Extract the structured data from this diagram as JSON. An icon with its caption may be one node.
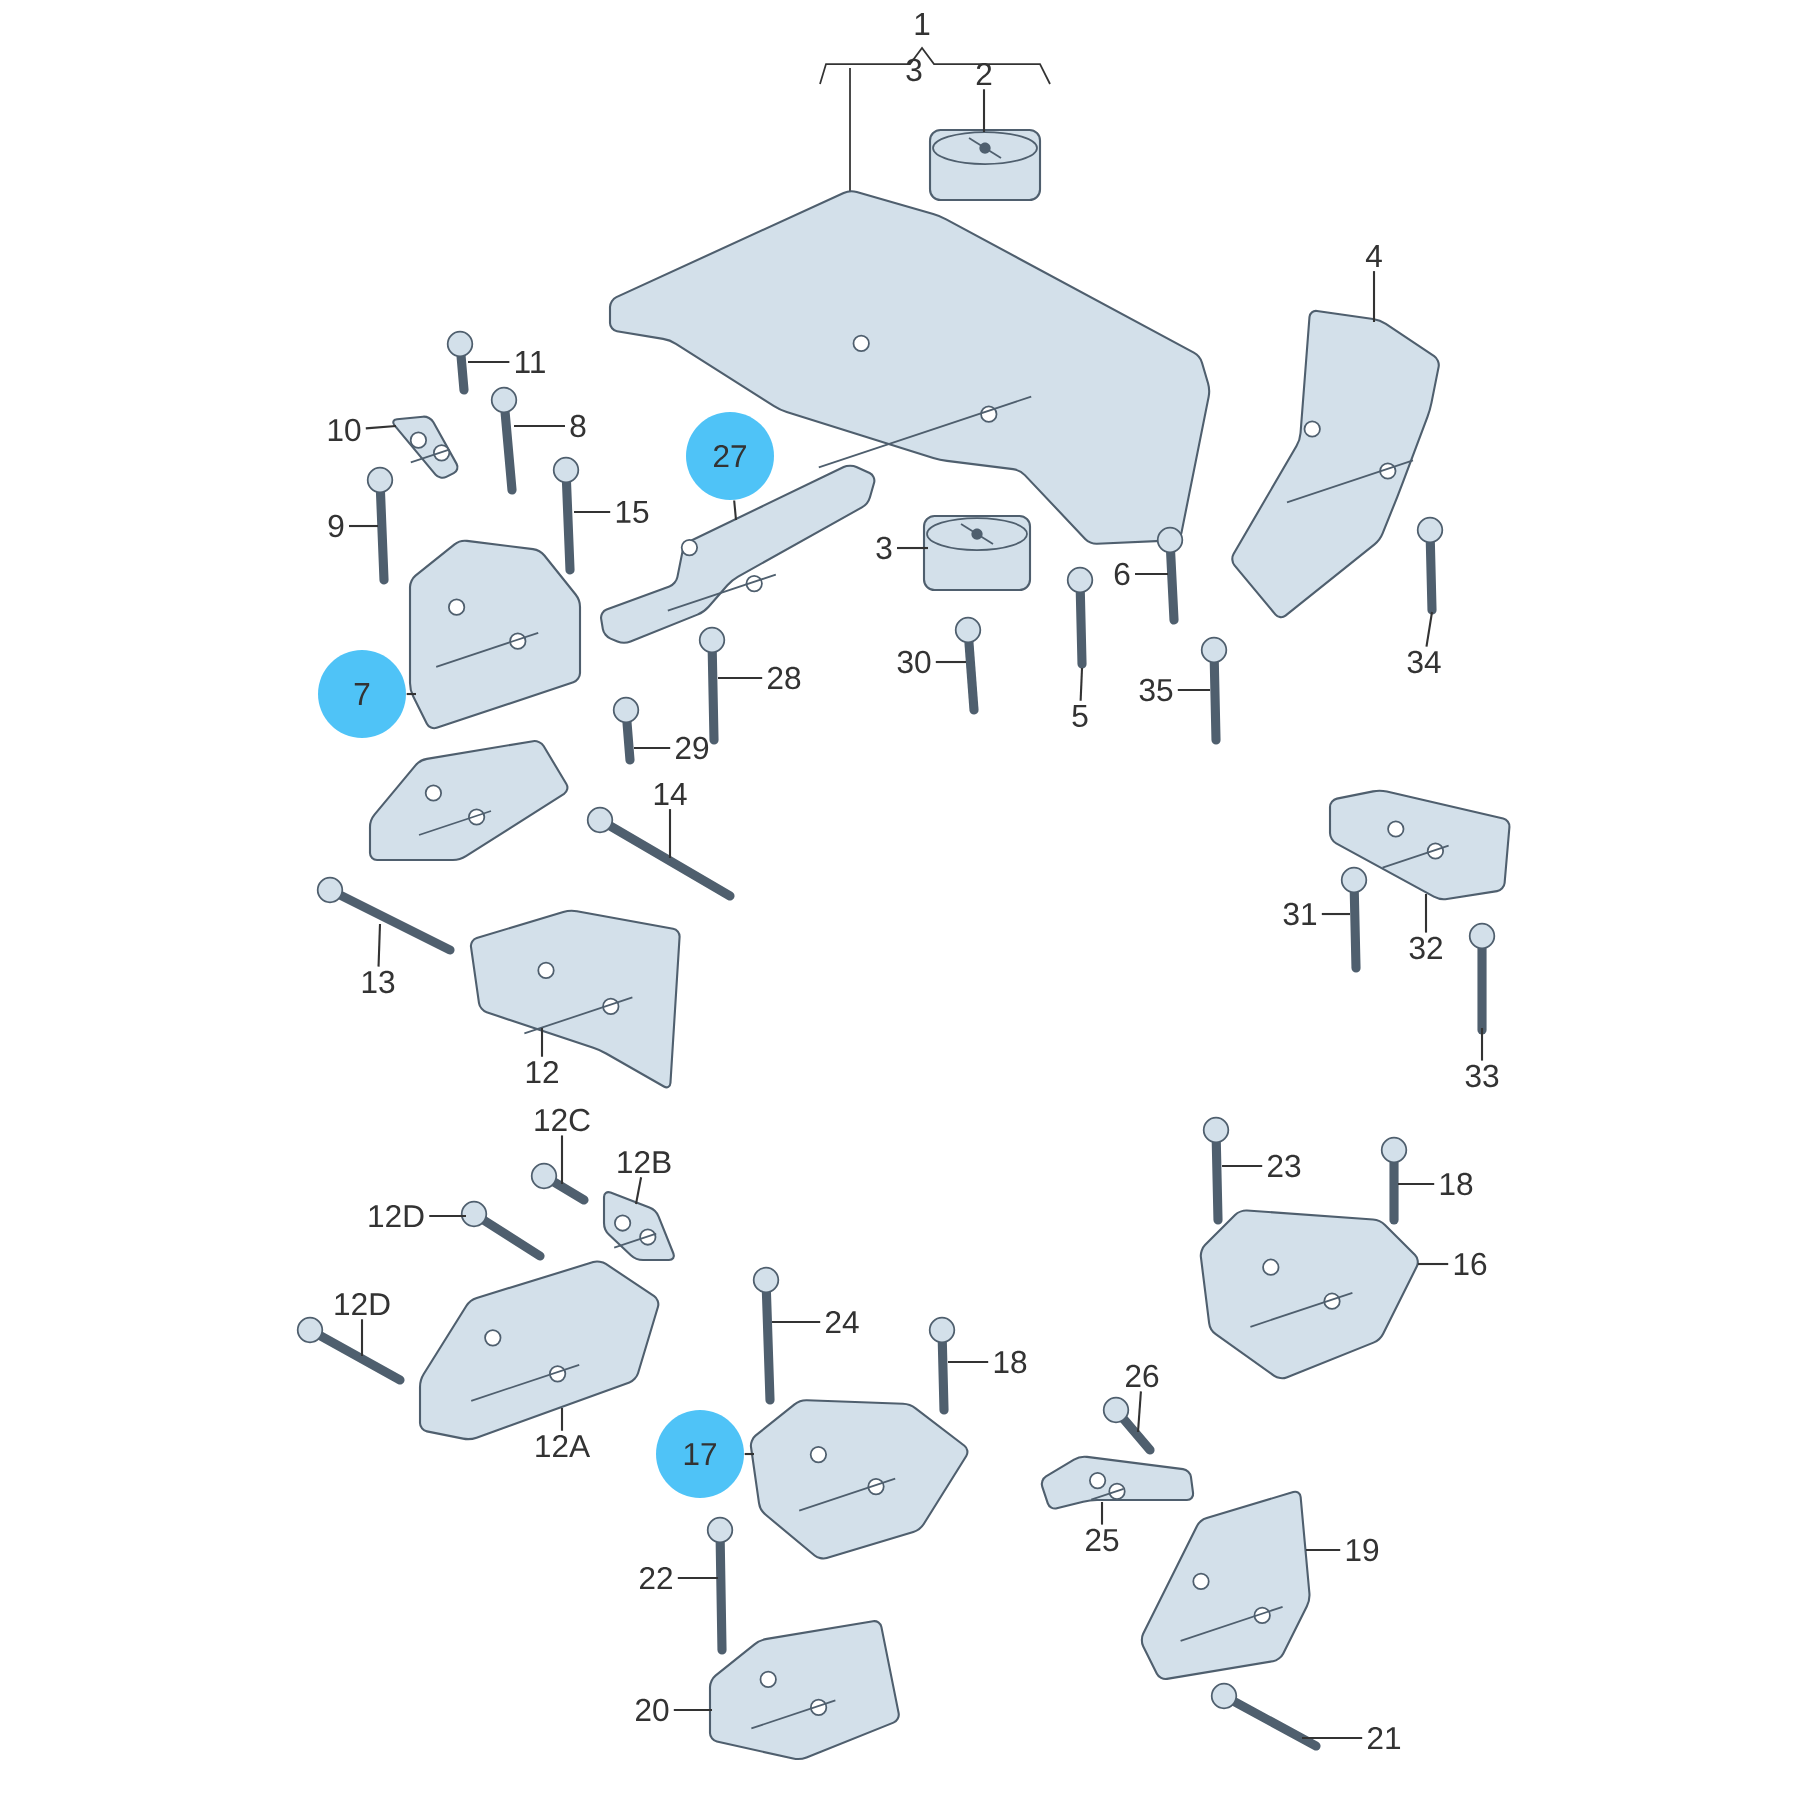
{
  "diagram": {
    "nodes": [
      {
        "text": [
          "1"
        ]
      },
      {
        "text": [
          "3"
        ]
      },
      {
        "text": [
          "2"
        ]
      },
      {
        "text": [
          "4"
        ]
      },
      {
        "text": [
          "11"
        ]
      },
      {
        "text": [
          "8"
        ]
      },
      {
        "text": [
          "10"
        ]
      },
      {
        "text": [
          "27"
        ]
      },
      {
        "text": [
          "15"
        ]
      },
      {
        "text": [
          "9"
        ]
      },
      {
        "text": [
          "3"
        ]
      },
      {
        "text": [
          "6"
        ]
      },
      {
        "text": [
          "34"
        ]
      },
      {
        "text": [
          "30"
        ]
      },
      {
        "text": [
          "28"
        ]
      },
      {
        "text": [
          "7"
        ]
      },
      {
        "text": [
          "35"
        ]
      },
      {
        "text": [
          "5"
        ]
      },
      {
        "text": [
          "29"
        ]
      },
      {
        "text": [
          "14"
        ]
      },
      {
        "text": [
          "31"
        ]
      },
      {
        "text": [
          "32"
        ]
      },
      {
        "text": [
          "13"
        ]
      },
      {
        "text": [
          "12"
        ]
      },
      {
        "text": [
          "33"
        ]
      },
      {
        "text": [
          "12C"
        ]
      },
      {
        "text": [
          "12B"
        ]
      },
      {
        "text": [
          "23"
        ]
      },
      {
        "text": [
          "18"
        ]
      },
      {
        "text": [
          "12D"
        ]
      },
      {
        "text": [
          "16"
        ]
      },
      {
        "text": [
          "12D"
        ]
      },
      {
        "text": [
          "24"
        ]
      },
      {
        "text": [
          "18"
        ]
      },
      {
        "text": [
          "26"
        ]
      },
      {
        "text": [
          "12A"
        ]
      },
      {
        "text": [
          "17"
        ]
      },
      {
        "text": [
          "25"
        ]
      },
      {
        "text": [
          "19"
        ]
      },
      {
        "text": [
          "22"
        ]
      },
      {
        "text": [
          "20"
        ]
      },
      {
        "text": [
          "21"
        ]
      },
      {
        "text": [],
        "shape": "picture"
      },
      {
        "text": [],
        "shape": "picture"
      },
      {
        "text": [],
        "shape": "picture"
      },
      {
        "text": [],
        "shape": "picture"
      },
      {
        "text": [],
        "shape": "picture"
      },
      {
        "text": [],
        "shape": "picture"
      },
      {
        "text": [],
        "shape": "picture"
      },
      {
        "text": [],
        "shape": "picture"
      },
      {
        "text": [],
        "shape": "picture"
      },
      {
        "text": [],
        "shape": "picture"
      },
      {
        "text": [],
        "shape": "picture"
      },
      {
        "text": [],
        "shape": "picture"
      },
      {
        "text": [],
        "shape": "picture"
      },
      {
        "text": [],
        "shape": "picture"
      },
      {
        "text": [],
        "shape": "picture"
      },
      {
        "text": [],
        "shape": "picture"
      },
      {
        "text": [],
        "shape": "picture"
      },
      {
        "text": [],
        "shape": "picture"
      },
      {
        "text": [],
        "shape": "picture"
      },
      {
        "text": [],
        "shape": "picture"
      },
      {
        "text": [],
        "shape": "picture"
      },
      {
        "text": [],
        "shape": "picture"
      },
      {
        "text": [],
        "shape": "picture"
      },
      {
        "text": [],
        "shape": "picture"
      },
      {
        "text": [],
        "shape": "picture"
      },
      {
        "text": [],
        "shape": "picture"
      },
      {
        "text": [],
        "shape": "picture"
      },
      {
        "text": [],
        "shape": "picture"
      },
      {
        "text": [],
        "shape": "picture"
      },
      {
        "text": [],
        "shape": "picture"
      },
      {
        "text": [],
        "shape": "picture"
      },
      {
        "text": [],
        "shape": "picture"
      },
      {
        "text": [],
        "shape": "picture"
      },
      {
        "text": [],
        "shape": "picture"
      },
      {
        "text": [],
        "shape": "picture"
      },
      {
        "text": [],
        "shape": "picture"
      },
      {
        "text": [],
        "shape": "picture"
      },
      {
        "text": [],
        "shape": "picture"
      },
      {
        "text": [],
        "shape": "picture"
      },
      {
        "text": [],
        "shape": "picture"
      },
      {
        "text": [],
        "shape": "picture"
      },
      {
        "text": [],
        "shape": "picture"
      }
    ],
    "edges": [
      {
        "from": 2,
        "to": 42,
        "arrow": "none"
      },
      {
        "from": 3,
        "to": 44,
        "arrow": "none"
      },
      {
        "from": 4,
        "to": 45,
        "arrow": "none"
      },
      {
        "from": 5,
        "to": 46,
        "arrow": "none"
      },
      {
        "from": 6,
        "to": 47,
        "arrow": "none"
      },
      {
        "from": 7,
        "to": 48,
        "arrow": "none"
      },
      {
        "from": 8,
        "to": 49,
        "arrow": "none"
      },
      {
        "from": 9,
        "to": 50,
        "arrow": "none"
      },
      {
        "from": 10,
        "to": 51,
        "arrow": "none"
      },
      {
        "from": 11,
        "to": 52,
        "arrow": "none"
      },
      {
        "from": 12,
        "to": 53,
        "arrow": "none"
      },
      {
        "from": 13,
        "to": 56,
        "arrow": "none"
      },
      {
        "from": 14,
        "to": 57,
        "arrow": "none"
      },
      {
        "from": 15,
        "to": 54,
        "arrow": "none"
      },
      {
        "from": 16,
        "to": 58,
        "arrow": "none"
      },
      {
        "from": 17,
        "to": 55,
        "arrow": "none"
      },
      {
        "from": 18,
        "to": 59,
        "arrow": "none"
      },
      {
        "from": 19,
        "to": 62,
        "arrow": "none"
      },
      {
        "from": 20,
        "to": 63,
        "arrow": "none"
      },
      {
        "from": 21,
        "to": 61,
        "arrow": "none"
      },
      {
        "from": 22,
        "to": 64,
        "arrow": "none"
      },
      {
        "from": 23,
        "to": 65,
        "arrow": "none"
      },
      {
        "from": 24,
        "to": 66,
        "arrow": "none"
      },
      {
        "from": 25,
        "to": 69,
        "arrow": "none"
      },
      {
        "from": 26,
        "to": 70,
        "arrow": "none"
      },
      {
        "from": 27,
        "to": 67,
        "arrow": "none"
      },
      {
        "from": 28,
        "to": 68,
        "arrow": "none"
      },
      {
        "from": 29,
        "to": 71,
        "arrow": "none"
      },
      {
        "from": 30,
        "to": 72,
        "arrow": "none"
      },
      {
        "from": 31,
        "to": 74,
        "arrow": "none"
      },
      {
        "from": 32,
        "to": 73,
        "arrow": "none"
      },
      {
        "from": 33,
        "to": 75,
        "arrow": "none"
      },
      {
        "from": 34,
        "to": 77,
        "arrow": "none"
      },
      {
        "from": 35,
        "to": 76,
        "arrow": "none"
      },
      {
        "from": 36,
        "to": 78,
        "arrow": "none"
      },
      {
        "from": 37,
        "to": 79,
        "arrow": "none"
      },
      {
        "from": 38,
        "to": 80,
        "arrow": "none"
      },
      {
        "from": 39,
        "to": 81,
        "arrow": "none"
      },
      {
        "from": 40,
        "to": 82,
        "arrow": "none"
      },
      {
        "from": 41,
        "to": 83,
        "arrow": "none"
      }
    ]
  }
}
